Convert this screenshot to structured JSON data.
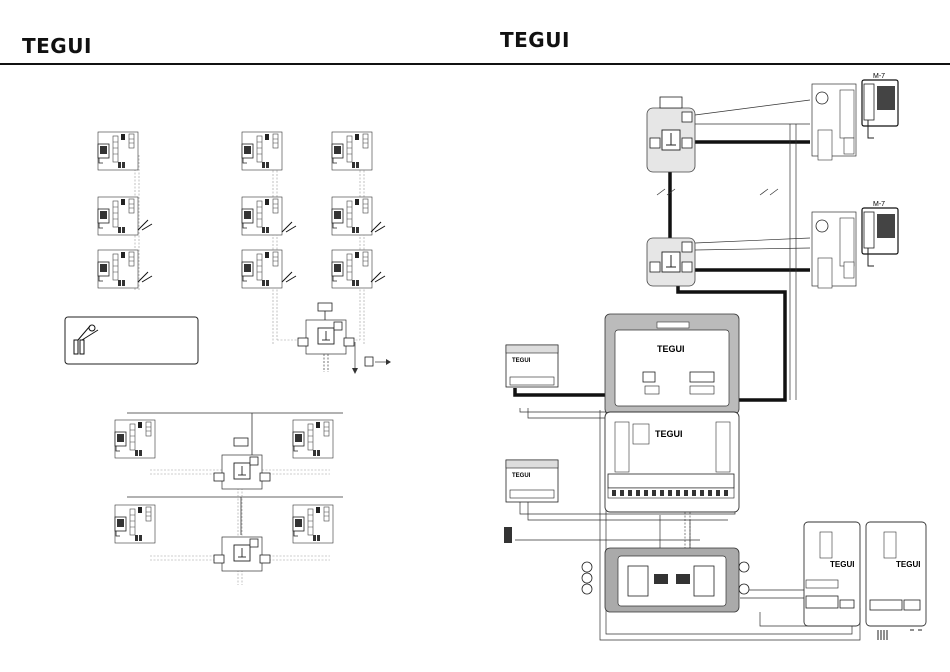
{
  "header": {
    "brand_left": "TEGUI",
    "brand_right": "TEGUI"
  },
  "diagram": {
    "monitor_model_top": "M-7",
    "monitor_model_bottom": "M-7",
    "panel_brand_upper": "TEGUI",
    "panel_brand_lower": "TEGUI",
    "module_brand_left_top": "TEGUI",
    "module_brand_left_bottom": "TEGUI",
    "psu_brand_1": "TEGUI",
    "psu_brand_2": "TEGUI"
  }
}
